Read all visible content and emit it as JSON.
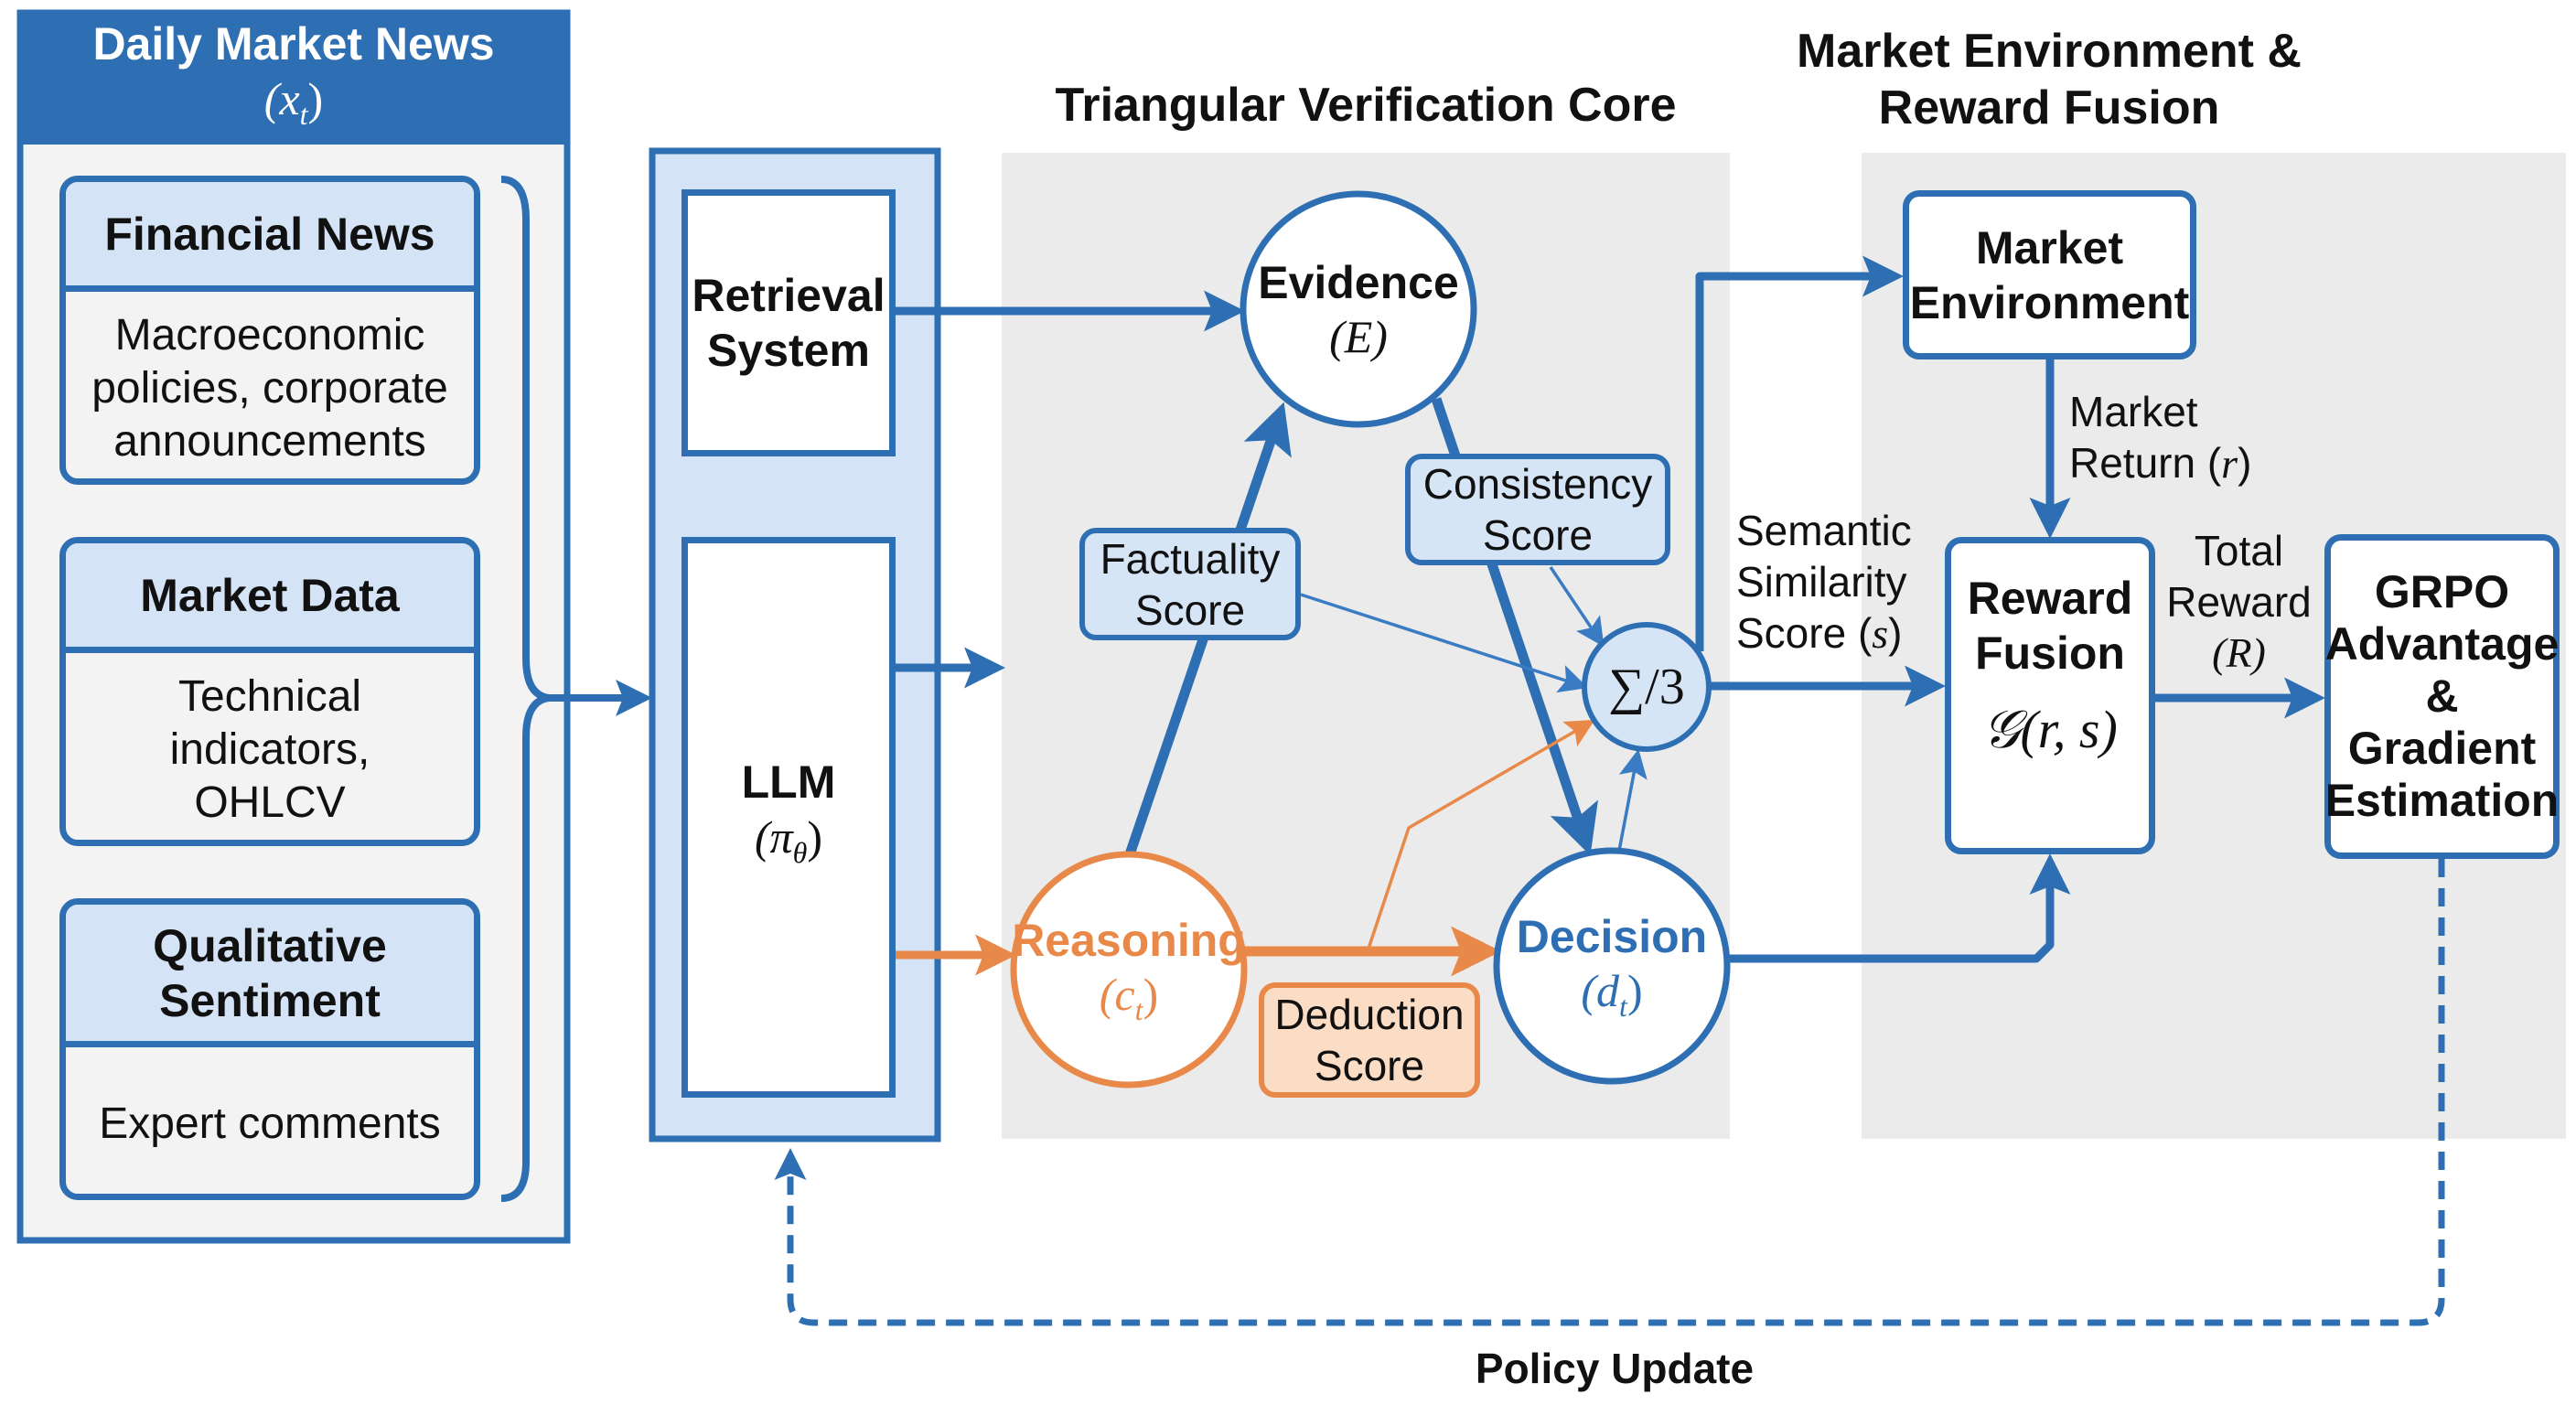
{
  "colors": {
    "primary_blue": "#2e6fb3",
    "light_blue": "#d4e3f5",
    "orange": "#e8894a",
    "light_orange": "#fbdcc4",
    "panel_gray": "#ebebeb"
  },
  "input_panel": {
    "title": "Daily Market News",
    "symbol": "(x",
    "symbol_sub": "t",
    "symbol_close": ")",
    "sources": [
      {
        "title": "Financial News",
        "lines": [
          "Macroeconomic",
          "policies, corporate",
          "announcements"
        ]
      },
      {
        "title": "Market Data",
        "lines": [
          "Technical",
          "indicators,",
          "OHLCV"
        ]
      },
      {
        "title_lines": [
          "Qualitative",
          "Sentiment"
        ],
        "lines": [
          "Expert comments"
        ]
      }
    ]
  },
  "model_column": {
    "retrieval": [
      "Retrieval",
      "System"
    ],
    "llm": {
      "name": "LLM",
      "symbol": "(π",
      "symbol_sub": "θ",
      "symbol_close": ")"
    }
  },
  "verification_core": {
    "title": "Triangular Verification Core",
    "evidence": {
      "name": "Evidence",
      "symbol": "(E)"
    },
    "reasoning": {
      "name": "Reasoning",
      "symbol": "(c",
      "symbol_sub": "t",
      "symbol_close": ")"
    },
    "decision": {
      "name": "Decision",
      "symbol": "(d",
      "symbol_sub": "t",
      "symbol_close": ")"
    },
    "factuality": [
      "Factuality",
      "Score"
    ],
    "consistency": [
      "Consistency",
      "Score"
    ],
    "deduction": [
      "Deduction",
      "Score"
    ],
    "aggregator": "∑/3"
  },
  "reward_section": {
    "title": [
      "Market Environment &",
      "Reward Fusion"
    ],
    "market_env": [
      "Market",
      "Environment"
    ],
    "market_return": [
      "Market",
      "Return (",
      "r",
      ")"
    ],
    "semantic": [
      "Semantic",
      "Similarity",
      "Score (",
      "s",
      ")"
    ],
    "reward_fusion": [
      "Reward",
      "Fusion"
    ],
    "reward_fn": "𝒢(r, s)",
    "total_reward": [
      "Total",
      "Reward",
      "(R)"
    ],
    "grpo": [
      "GRPO",
      "Advantage",
      "&",
      "Gradient",
      "Estimation"
    ]
  },
  "feedback": {
    "label": "Policy Update"
  }
}
